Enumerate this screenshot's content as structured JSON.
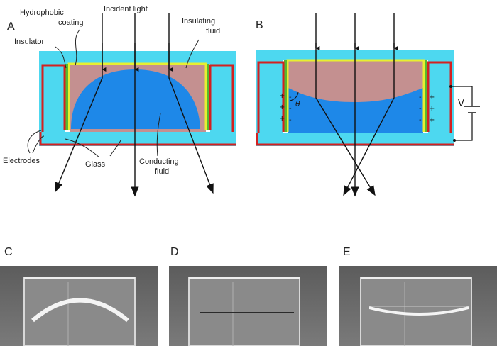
{
  "panels": {
    "a": "A",
    "b": "B",
    "c": "C",
    "d": "D",
    "e": "E"
  },
  "labels": {
    "hydrophobic_1": "Hydrophobic",
    "hydrophobic_2": "coating",
    "incident_light": "Incident light",
    "insulating_1": "Insulating",
    "insulating_2": "fluid",
    "insulator": "Insulator",
    "electrodes": "Electrodes",
    "glass": "Glass",
    "conducting_1": "Conducting",
    "conducting_2": "fluid",
    "angle": "θ",
    "voltage": "V"
  },
  "colors": {
    "glass": "#4dd8f0",
    "insulating_fluid": "#c49090",
    "conducting_fluid": "#1e88e8",
    "electrode": "#d42020",
    "hydrophobic_coating": "#e8ef30",
    "insulator_green": "#58b830",
    "photo_bg": "#6a6a6a"
  }
}
